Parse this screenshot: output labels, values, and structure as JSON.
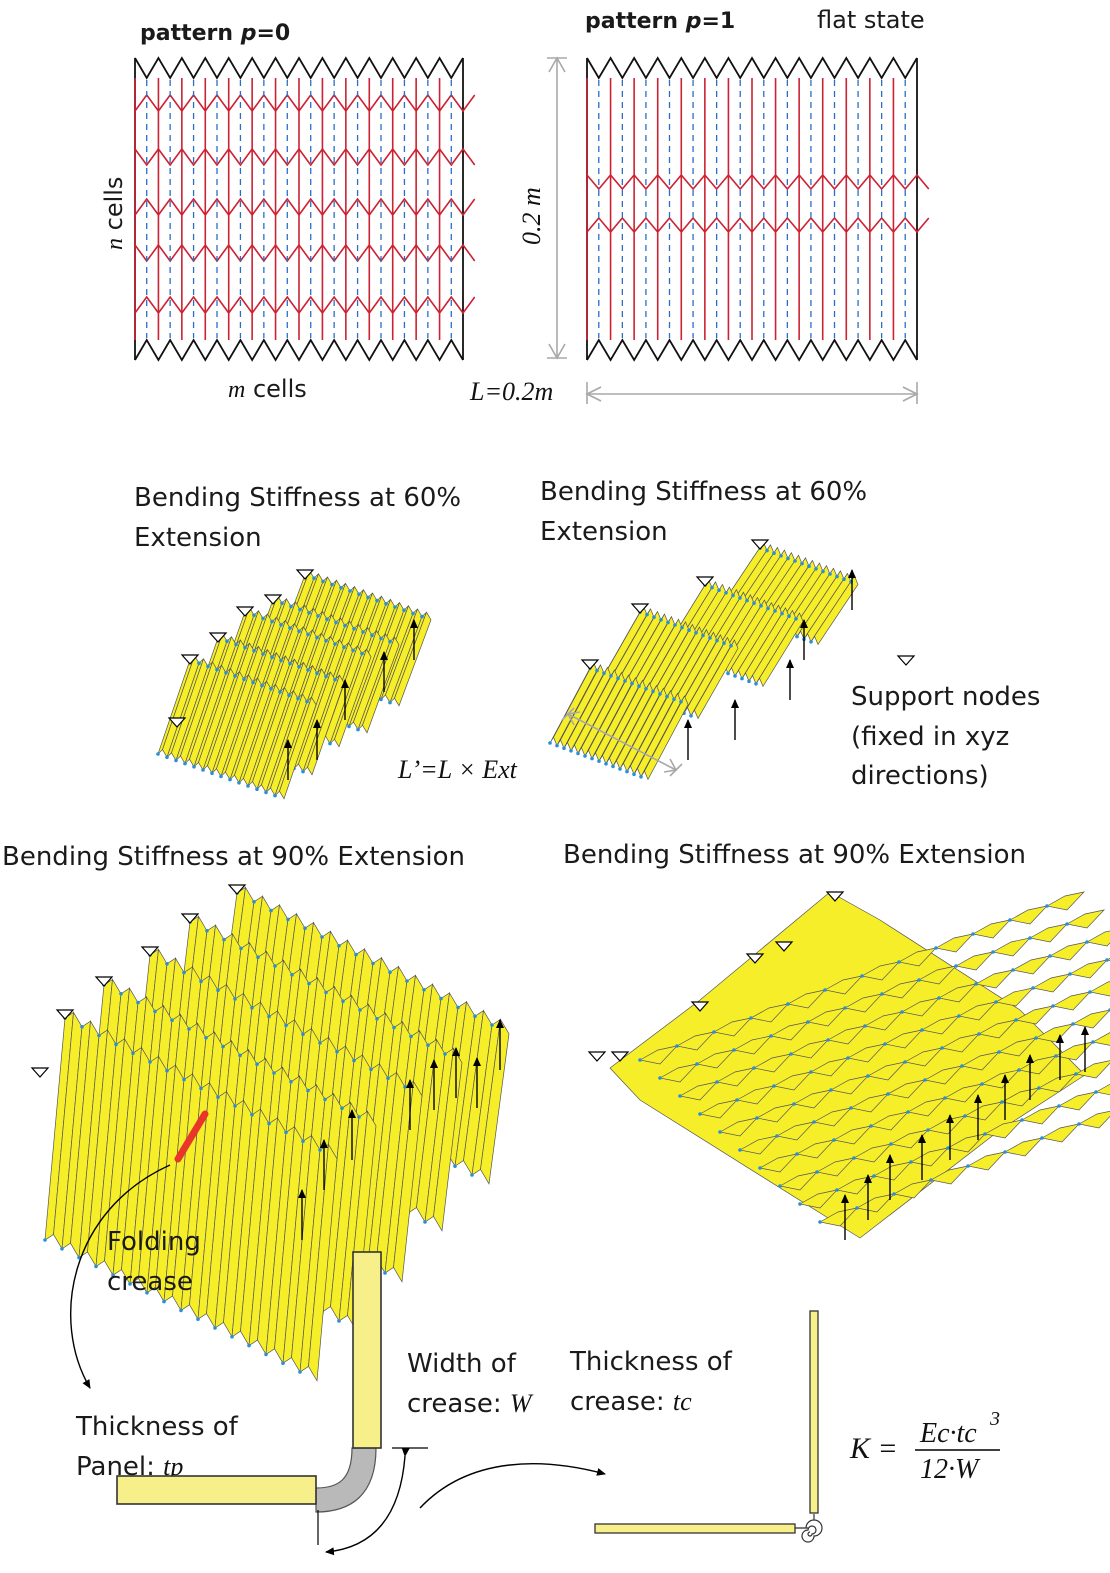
{
  "patterns": {
    "p0": {
      "label_prefix": "pattern ",
      "label_var": "p",
      "label_suffix": "=0"
    },
    "p1": {
      "label_prefix": "pattern ",
      "label_var": "p",
      "label_suffix": "=1"
    },
    "flat_state": "flat state",
    "n_var": "n",
    "n_text": " cells",
    "m_var": "m",
    "m_text": " cells",
    "height_dim": "0.2 m",
    "length_dim": "L=0.2m"
  },
  "panels": {
    "top_left": [
      "Bending Stiffness at 60%",
      "Extension"
    ],
    "top_right": [
      "Bending Stiffness at 60%",
      "Extension"
    ],
    "bottom_left": "Bending Stiffness at 90% Extension",
    "bottom_right": "Bending Stiffness at 90% Extension",
    "extension_formula": "L’=L × Ext"
  },
  "legend": {
    "support": [
      "Support nodes",
      "(fixed in xyz",
      "directions)"
    ]
  },
  "crease_detail": {
    "folding_crease": [
      "Folding",
      "crease"
    ],
    "panel_thickness": [
      "Thickness of",
      "Panel: "
    ],
    "panel_thickness_var": "tp",
    "crease_width": [
      "Width of",
      "crease: "
    ],
    "crease_width_var": "W",
    "crease_thickness": [
      "Thickness of",
      "crease: "
    ],
    "crease_thickness_var": "tc",
    "stiffness_lhs": "K =",
    "stiffness_num": "Ec·tc",
    "stiffness_exp": "3",
    "stiffness_den": "12·W"
  },
  "colors": {
    "mountain": "#cc2233",
    "valley": "#2a6fc4",
    "panel": "#f7ee2a",
    "node": "#2b8fd6",
    "crease_highlight": "#e8362a"
  }
}
